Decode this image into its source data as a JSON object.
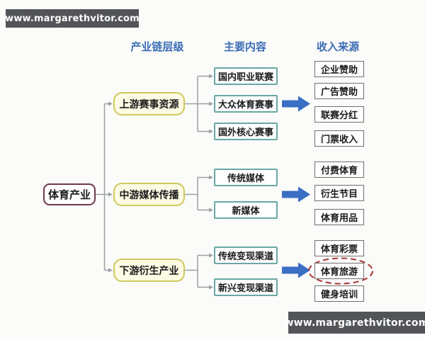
{
  "banners": {
    "top": "www.margarethvitor.com",
    "bottom": "www.margarethvitor.com"
  },
  "column_headers": {
    "level": "产业链层级",
    "content": "主要内容",
    "income": "收入来源"
  },
  "root_node": {
    "label": "体育产业"
  },
  "groups": [
    {
      "level": "上游赛事资源",
      "contents": [
        "国内职业联赛",
        "大众体育赛事",
        "国外核心赛事"
      ],
      "incomes": [
        "企业赞助",
        "广告赞助",
        "联赛分红",
        "门票收入"
      ]
    },
    {
      "level": "中游媒体传播",
      "contents": [
        "传统媒体",
        "新媒体"
      ],
      "incomes": [
        "付费体育",
        "衍生节目",
        "体育用品"
      ]
    },
    {
      "level": "下游衍生产业",
      "contents": [
        "传统变现渠道",
        "新兴变现渠道"
      ],
      "incomes": [
        "体育彩票",
        "体育旅游",
        "健身培训"
      ],
      "highlighted_income": "体育旅游"
    }
  ],
  "colors": {
    "header_text": "#3a6cb4",
    "root_border": "#6d3850",
    "level_border": "#cfc95c",
    "level_fill": "#fdfbe3",
    "content_border": "#68a8a2",
    "income_border": "#6e6e6e",
    "connector": "#9aa0a6",
    "arrow": "#3a6fc4",
    "highlight": "#a83434",
    "banner_bg": "#535458"
  }
}
